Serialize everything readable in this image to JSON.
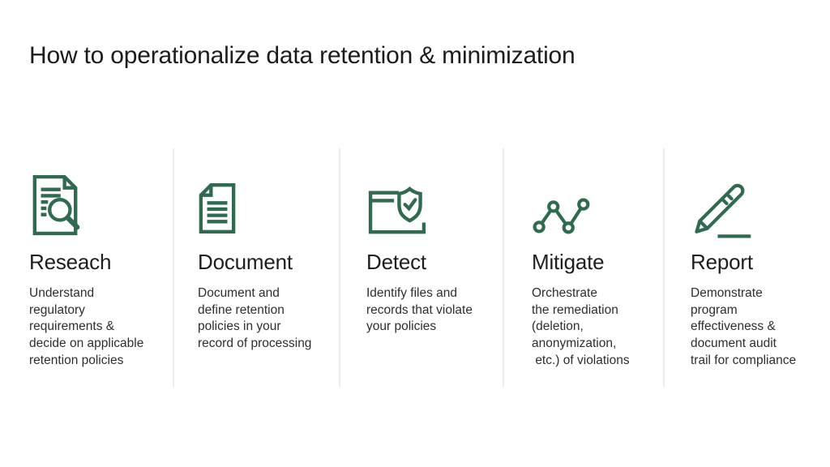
{
  "slide": {
    "title": "How to operationalize data retention & minimization"
  },
  "colors": {
    "accent_green": "#2f6b4f",
    "divider": "#ececec",
    "heading_text": "#1e1e1e",
    "body_text": "#2e2e2e",
    "background": "#ffffff"
  },
  "steps": [
    {
      "icon": "document-search-icon",
      "title": "Reseach",
      "description": "Understand\nregulatory\nrequirements &\ndecide on applicable\nretention policies"
    },
    {
      "icon": "document-icon",
      "title": "Document",
      "description": "Document and\ndefine retention\npolicies in your\nrecord of processing"
    },
    {
      "icon": "folder-shield-check-icon",
      "title": "Detect",
      "description": "Identify files and\nrecords that violate\nyour policies"
    },
    {
      "icon": "node-graph-icon",
      "title": "Mitigate",
      "description": "Orchestrate\nthe remediation\n(deletion,\nanonymization,\n etc.) of violations"
    },
    {
      "icon": "pencil-icon",
      "title": "Report",
      "description": "Demonstrate\nprogram\neffectiveness &\ndocument audit\ntrail for compliance"
    }
  ]
}
